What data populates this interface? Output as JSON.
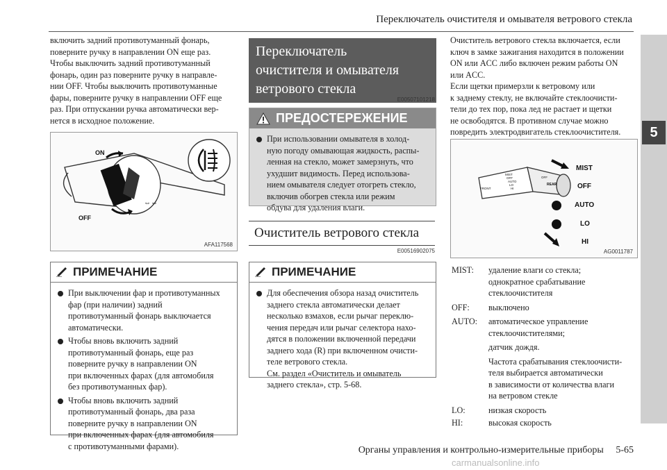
{
  "header": {
    "title": "Переключатель очистителя и омывателя ветрового стекла"
  },
  "side_tab": {
    "number": "5"
  },
  "col1": {
    "paragraph_lines": [
      "включить задний противотуманный фонарь,",
      "поверните ручку в направлении ON еще раз.",
      "Чтобы выключить задний противотуманный",
      "фонарь, один раз поверните ручку в направле-",
      "нии OFF. Чтобы выключить противотуманные",
      "фары, поверните ручку в направлении OFF еще",
      "раз. При отпускании ручка автоматически вер-",
      "нется в исходное положение."
    ],
    "figure": {
      "caption": "AFA117568",
      "label_on": "ON",
      "label_off": "OFF"
    },
    "note": {
      "title": "ПРИМЕЧАНИЕ",
      "items": [
        [
          "При выключении фар и противотуманных",
          "фар (при наличии) задний",
          "противотуманный фонарь выключается",
          "автоматически."
        ],
        [
          "Чтобы вновь включить задний",
          "противотуманный фонарь, еще раз",
          "поверните ручку в направлении ON",
          "при включенных фарах (для автомобиля",
          "без противотуманных фар)."
        ],
        [
          "Чтобы вновь включить задний",
          "противотуманный фонарь, два раза",
          "поверните ручку в направлении ON",
          "при включенных фарах (для автомобиля",
          "с противотуманными фарами)."
        ]
      ]
    }
  },
  "col2": {
    "section_title_lines": [
      "Переключатель",
      "очистителя и омывателя",
      "ветрового стекла"
    ],
    "section_code": "E00507101218",
    "warning": {
      "title": "ПРЕДОСТЕРЕЖЕНИЕ",
      "lines": [
        "При использовании омывателя в холод-",
        "ную погоду омывающая жидкость, распы-",
        "ленная на стекло, может замерзнуть, что",
        "ухудшит видимость. Перед использова-",
        "нием омывателя следует отогреть стекло,",
        "включив обогрев стекла или режим",
        "обдува для удаления влаги."
      ]
    },
    "subsection_title": "Очиститель ветрового стекла",
    "subsection_code": "E00516902075",
    "note": {
      "title": "ПРИМЕЧАНИЕ",
      "lines": [
        "Для обеспечения обзора назад очиститель",
        "заднего стекла автоматически делает",
        "несколько взмахов, если рычаг переклю-",
        "чения передач или рычаг селектора нахо-",
        "дятся в положении включенной передачи",
        "заднего хода (R) при включенном очисти-",
        "теле ветрового стекла.",
        "См. раздел «Очиститель и омыватель",
        "заднего стекла», стр. 5-68."
      ]
    }
  },
  "col3": {
    "paragraph_lines": [
      "Очиститель ветрового стекла включается, если",
      "ключ в замке зажигания находится в положении",
      "ON или ACC либо включен режим работы ON",
      "или ACC.",
      "Если щетки примерзли к ветровому или",
      "к заднему стеклу, не включайте стеклоочисти-",
      "тели до тех пор, пока лед не растает и щетки",
      "не освободятся. В противном случае можно",
      "повредить электродвигатель стеклоочистителя."
    ],
    "figure": {
      "caption": "AG0011787",
      "labels": [
        "MIST",
        "OFF",
        "AUTO",
        "LO",
        "HI"
      ],
      "stalk_labels": [
        "FRONT",
        "MIST",
        "OFF",
        "AUTO",
        "LO",
        "HI",
        "REAR",
        "OFF"
      ]
    },
    "modes": [
      {
        "key": "MIST:",
        "lines": [
          "удаление влаги со стекла;",
          "однократное срабатывание",
          "стеклоочистителя"
        ]
      },
      {
        "key": "OFF:",
        "lines": [
          "выключено"
        ]
      },
      {
        "key": "AUTO:",
        "lines": [
          "автоматическое управление",
          "стеклоочистителями;"
        ]
      },
      {
        "key": "",
        "lines": [
          "датчик дождя."
        ]
      },
      {
        "key": "",
        "lines": [
          "Частота срабатывания стеклоочисти-",
          "теля выбирается автоматически",
          "в зависимости от количества влаги",
          "на ветровом стекле"
        ]
      },
      {
        "key": "LO:",
        "lines": [
          "низкая скорость"
        ]
      },
      {
        "key": "HI:",
        "lines": [
          "высокая скорость"
        ]
      }
    ]
  },
  "footer": {
    "text": "Органы управления и контрольно-измерительные приборы     5-65"
  },
  "watermark": {
    "text": "carmanualsonline.info"
  }
}
